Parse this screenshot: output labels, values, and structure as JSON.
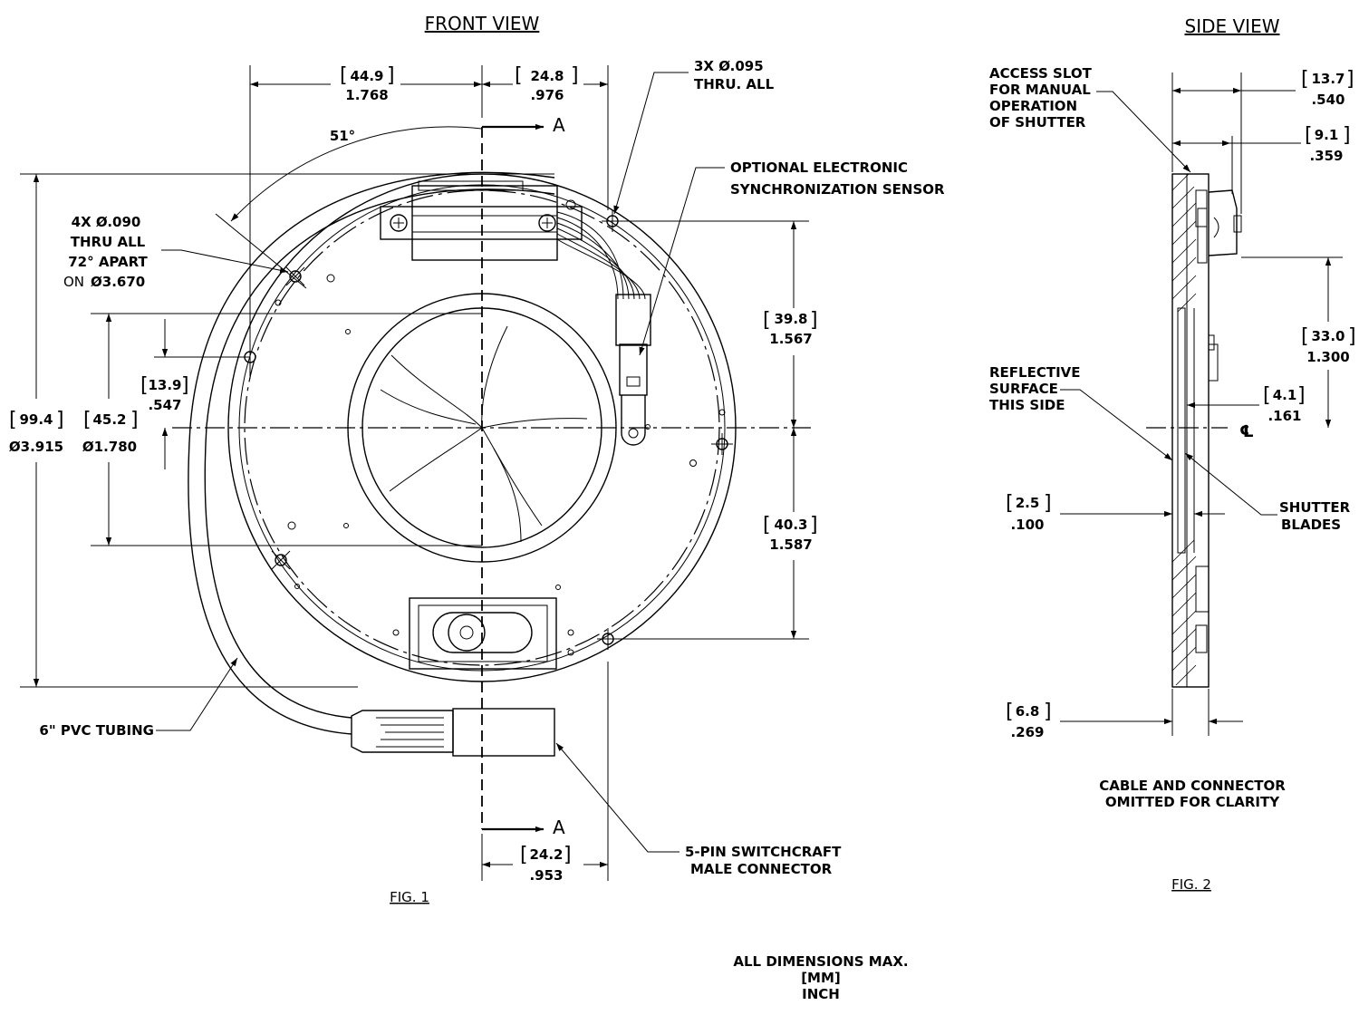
{
  "views": {
    "front_title": "FRONT VIEW",
    "side_title": "SIDE VIEW",
    "fig1": "FIG. 1",
    "fig2": "FIG. 2"
  },
  "front_dims": {
    "top_left_mm": "44.9",
    "top_left_in": "1.768",
    "top_right_mm": "24.8",
    "top_right_in": ".976",
    "angle": "51°",
    "overall_mm": "99.4",
    "overall_in": "Ø3.915",
    "aperture_mm": "45.2",
    "aperture_in": "Ø1.780",
    "offset_mm": "13.9",
    "offset_in": ".547",
    "upper_right_mm": "39.8",
    "upper_right_in": "1.567",
    "lower_right_mm": "40.3",
    "lower_right_in": "1.587",
    "bottom_mm": "24.2",
    "bottom_in": ".953",
    "section_top": "A",
    "section_bottom": "A"
  },
  "front_notes": {
    "holes_3x_line1": "3X Ø.095",
    "holes_3x_line2": "THRU. ALL",
    "sensor_line1": "OPTIONAL ELECTRONIC",
    "sensor_line2": "SYNCHRONIZATION SENSOR",
    "holes_4x_line1": "4X Ø.090",
    "holes_4x_line2": "THRU ALL",
    "holes_4x_line3": "72° APART",
    "holes_4x_line4_prefix": "ON",
    "holes_4x_line4_value": "Ø3.670",
    "tubing": "6\" PVC TUBING",
    "connector_line1": "5-PIN SWITCHCRAFT",
    "connector_line2": "MALE CONNECTOR"
  },
  "side_notes": {
    "access_line1": "ACCESS SLOT",
    "access_line2": "FOR MANUAL",
    "access_line3": "OPERATION",
    "access_line4": "OF SHUTTER",
    "reflective_line1": "REFLECTIVE",
    "reflective_line2": "SURFACE",
    "reflective_line3": "THIS SIDE",
    "blades_line1": "SHUTTER",
    "blades_line2": "BLADES",
    "omitted_line1": "CABLE AND CONNECTOR",
    "omitted_line2": "OMITTED FOR CLARITY",
    "centerline_symbol": "℄"
  },
  "side_dims": {
    "top_mm": "13.7",
    "top_in": ".540",
    "second_mm": "9.1",
    "second_in": ".359",
    "upper_mm": "33.0",
    "upper_in": "1.300",
    "center_mm": "4.1",
    "center_in": ".161",
    "thin_mm": "2.5",
    "thin_in": ".100",
    "bottom_mm": "6.8",
    "bottom_in": ".269"
  },
  "footer": {
    "line1": "ALL DIMENSIONS MAX.",
    "line2": "[MM]",
    "line3": "INCH"
  }
}
